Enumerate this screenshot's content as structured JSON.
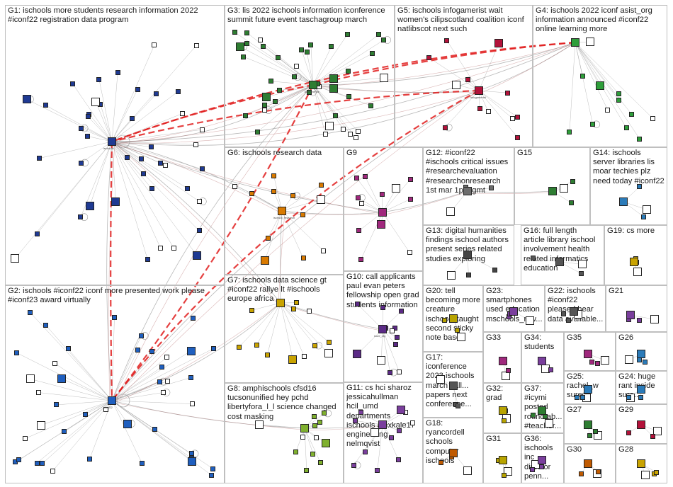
{
  "title": "",
  "groups": [
    {
      "id": "G1",
      "text": "G1: ischools more students research information 2022\n#iconf22 registration data program",
      "color": "#1f3a93"
    },
    {
      "id": "G2",
      "text": "G2: ischools #iconf22 iconf more presented work please\n#iconf23 award virtually",
      "color": "#1f5fbf"
    },
    {
      "id": "G3",
      "text": "G3: lis 2022 ischools information iconference\nsummit future event taschagroup march",
      "color": "#2e7d32"
    },
    {
      "id": "G4",
      "text": "G4: ischools 2022 iconf asist_org\ninformation announced #iconf22\nonline learning more",
      "color": "#2e9e3a"
    },
    {
      "id": "G5",
      "text": "G5: ischools infogamerist wait\nwomen's cilipscotland coalition iconf\nnatlibscot next such",
      "color": "#b3123a"
    },
    {
      "id": "G6",
      "text": "G6: ischools research data",
      "color": "#d97a00"
    },
    {
      "id": "G7",
      "text": "G7: ischools data science gt\n#iconf22 rallye lt #ischools\neurope africa",
      "color": "#c9a300"
    },
    {
      "id": "G8",
      "text": "G8: amphischools cfsd16\ntucsonunified hey pchd\nlibertyfora_l_l science changed\ncost masking",
      "color": "#7fb02e"
    },
    {
      "id": "G9",
      "text": "G9",
      "color": "#a0287d"
    },
    {
      "id": "G10",
      "text": "G10: call applicants\npaul evan peters\nfellowship open grad\nstudents information",
      "color": "#5b2a86"
    },
    {
      "id": "G11",
      "text": "G11: cs hci sharoz\njessicahullman\nhcil_umd\ndepartments\nischools alexkale17\nengineering\nnelmqvist",
      "color": "#7a3e9d"
    },
    {
      "id": "G12",
      "text": "G12: #iconf22\n#ischools critical issues\n#researchevaluation\n#researchonresearch\n1st mar 1pm gmt",
      "color": "#6d6d6d"
    },
    {
      "id": "G13",
      "text": "G13: digital humanities\nfindings ischool authors\npresent series related\nstudies exploring",
      "color": "#444444"
    },
    {
      "id": "G14",
      "text": "G14: ischools\nserver libraries lis\nmoar techies plz\nneed today #iconf22",
      "color": "#2b7bb9"
    },
    {
      "id": "G15",
      "text": "G15",
      "color": "#2e7d32"
    },
    {
      "id": "G16",
      "text": "G16: full length\narticle library ischool\ninvolvement health\nrelated informatics\neducation",
      "color": "#555555"
    },
    {
      "id": "G17",
      "text": "G17:\niconference\n2023 ischools\nmarch call...\npapers next\nconference...",
      "color": "#555555"
    },
    {
      "id": "G18",
      "text": "G18:\nryancordell\nschools\ncomputer\nischools",
      "color": "#c05a00"
    },
    {
      "id": "G19",
      "text": "G19: cs more",
      "color": "#c9a300"
    },
    {
      "id": "G20",
      "text": "G20: tell\nbecoming more\ncreature\nischools taught\nsecond sticky\nnote based",
      "color": "#b8a400"
    },
    {
      "id": "G21",
      "text": "G21",
      "color": "#7a3e9d"
    },
    {
      "id": "G22",
      "text": "G22: ischools\n#iconf22\npleased hear\ndata available...",
      "color": "#555555"
    },
    {
      "id": "G23",
      "text": "G23:\nsmartphones\nused education\nmschools_mw...",
      "color": "#7a3e9d"
    },
    {
      "id": "G24",
      "text": "G24: huge\nrant inside\nsure...",
      "color": "#2b7bb9"
    },
    {
      "id": "G25",
      "text": "G25:\nrachel_w\nsure...",
      "color": "#2b7bb9"
    },
    {
      "id": "G26",
      "text": "G26",
      "color": "#2b7bb9"
    },
    {
      "id": "G27",
      "text": "G27",
      "color": "#2e7d32"
    },
    {
      "id": "G28",
      "text": "G28",
      "color": "#c9a300"
    },
    {
      "id": "G29",
      "text": "G29",
      "color": "#b3123a"
    },
    {
      "id": "G30",
      "text": "G30",
      "color": "#c05a00"
    },
    {
      "id": "G31",
      "text": "G31",
      "color": "#b8a400"
    },
    {
      "id": "G32",
      "text": "G32: grad",
      "color": "#b8a400"
    },
    {
      "id": "G33",
      "text": "G33",
      "color": "#a0287d"
    },
    {
      "id": "G34",
      "text": "G34:\nstudents",
      "color": "#7a3e9d"
    },
    {
      "id": "G35",
      "text": "G35",
      "color": "#a0287d"
    },
    {
      "id": "G36",
      "text": "G36:\nischools\ninc\ndirector\npenn...",
      "color": "#7a3e9d"
    },
    {
      "id": "G37",
      "text": "G37:\n#icymi\nposted\nroundtab...\n#teacher...",
      "color": "#2e7d32"
    }
  ],
  "hub_labels": {
    "G1": "ischools",
    "G2": "iconf22",
    "G3": "iconference",
    "G5": "infogamerist",
    "G6": "ischool_research",
    "G10": "iconf_cfp"
  }
}
